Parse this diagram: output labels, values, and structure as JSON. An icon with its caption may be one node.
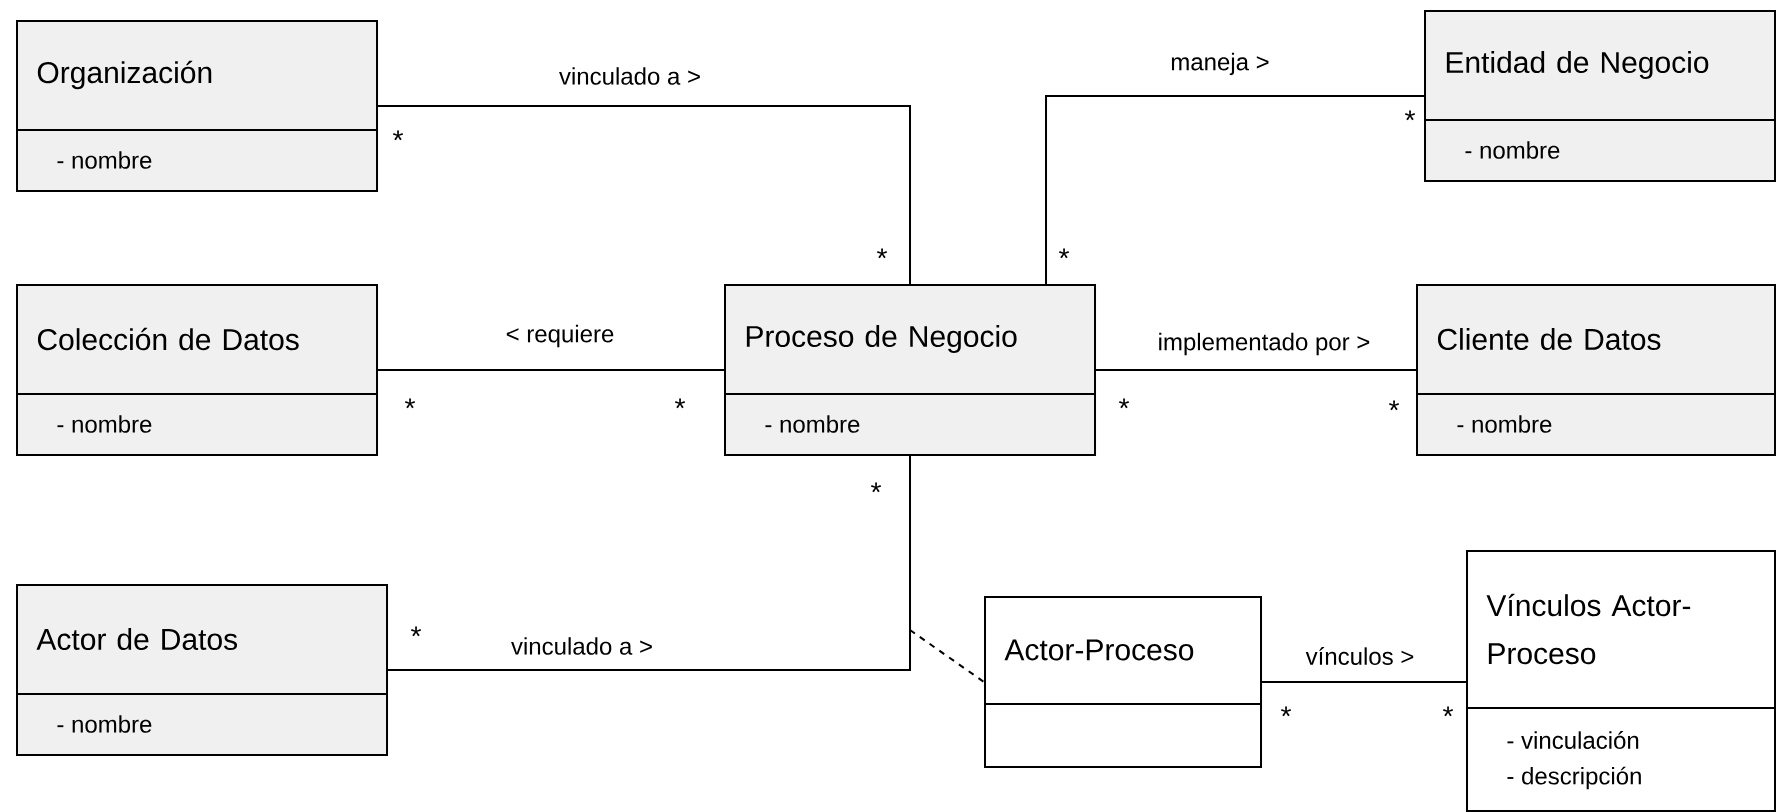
{
  "diagram": {
    "nodes": [
      {
        "text": [
          "Organización",
          "- nombre"
        ]
      },
      {
        "text": [
          "Entidad de Negocio",
          "- nombre"
        ]
      },
      {
        "text": [
          "Colección de Datos",
          "- nombre"
        ]
      },
      {
        "text": [
          "Proceso de Negocio",
          "- nombre"
        ]
      },
      {
        "text": [
          "Cliente de Datos",
          "- nombre"
        ]
      },
      {
        "text": [
          "Actor de Datos",
          "- nombre"
        ]
      },
      {
        "text": [
          "Actor-Proceso"
        ]
      },
      {
        "text": [
          "Vínculos Actor-Proceso",
          "- vinculación",
          "- descripción"
        ]
      }
    ],
    "edges": [
      {
        "from": 0,
        "to": 3,
        "arrow": "none",
        "label": "vinculado a >"
      },
      {
        "from": 3,
        "to": 1,
        "arrow": "none",
        "label": "maneja >"
      },
      {
        "from": 2,
        "to": 3,
        "arrow": "none",
        "label": "< requiere"
      },
      {
        "from": 3,
        "to": 4,
        "arrow": "none",
        "label": "implementado por >"
      },
      {
        "from": 5,
        "to": 3,
        "arrow": "none",
        "label": "vinculado a >"
      },
      {
        "from": null,
        "to": 6,
        "arrow": "none",
        "style": "dashed"
      },
      {
        "from": 6,
        "to": 7,
        "arrow": "none",
        "label": "vínculos >"
      }
    ],
    "labels": [
      "*",
      "*",
      "*",
      "*",
      "*",
      "*",
      "*",
      "*",
      "*",
      "*",
      "*",
      "*"
    ]
  }
}
